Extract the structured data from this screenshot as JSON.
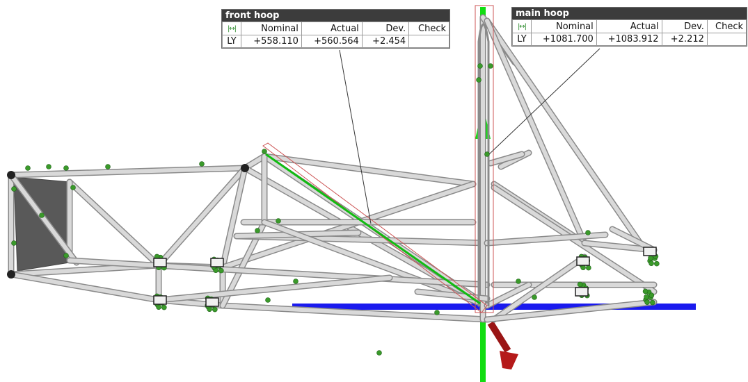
{
  "labels": [
    {
      "title": "front hoop",
      "columns": [
        "Nominal",
        "Actual",
        "Dev.",
        "Check"
      ],
      "dimension_icon": "horizontal-dimension-icon",
      "row": {
        "axis": "LY",
        "nominal": "+558.110",
        "actual": "+560.564",
        "dev": "+2.454",
        "check": ""
      }
    },
    {
      "title": "main hoop",
      "columns": [
        "Nominal",
        "Actual",
        "Dev.",
        "Check"
      ],
      "dimension_icon": "horizontal-dimension-icon",
      "row": {
        "axis": "LY",
        "nominal": "+1081.700",
        "actual": "+1083.912",
        "dev": "+2.212",
        "check": ""
      }
    }
  ],
  "colors": {
    "tube": "#d9d9d9",
    "tube_edge": "#8a8a8a",
    "points": "#3a9a2a",
    "axis_green": "#11dd11",
    "axis_blue": "#1a1aee",
    "axis_red": "#aa1515",
    "selection": "#cc5555",
    "label_header": "#3c3c3c"
  }
}
